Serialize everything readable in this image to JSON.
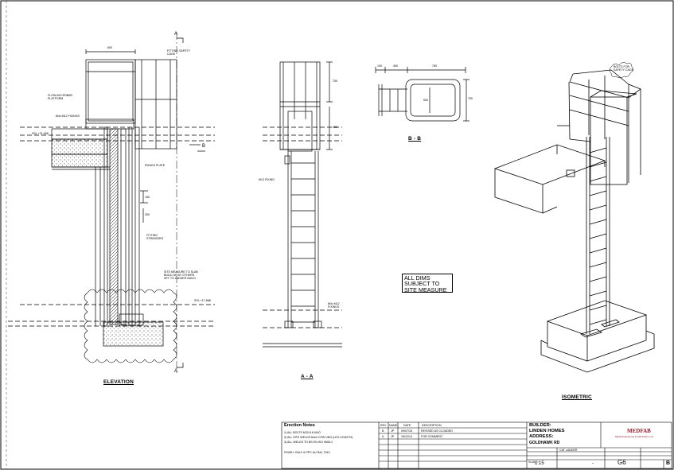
{
  "views": {
    "elevation": {
      "title": "ELEVATION",
      "section_marker_top": "A",
      "section_marker_bottom": "A",
      "section_b": "B"
    },
    "section_aa": {
      "title": "A - A"
    },
    "section_bb": {
      "title": "B - B"
    },
    "isometric": {
      "title": "ISOMETRIC"
    }
  },
  "dimensions": {
    "top_width": "600",
    "bb_width": "760",
    "bb_left": "450",
    "bb_left2": "100",
    "bb_right": "700",
    "bb_inner": "500",
    "aa_h1": "750",
    "aa_h2": "550",
    "elev_v1": "150",
    "elev_v2": "250"
  },
  "levels": {
    "upper": "SSL +21.098",
    "lower": "SSL +17.888"
  },
  "callouts": {
    "cage": "FITTING SAFETY CAGE",
    "platform": "FLOW 6/8 GRIBAR PLATFORM",
    "fixings_top": "6No M12 FIXINGS",
    "rungs": "RUNGS PLATE",
    "stringers": "FITTING STRINGERS",
    "site_measure": "SITE MEASURE TO SLAB BUILD UP BY OTHERS SET TO LADDER BUILD",
    "aa_fixing": "M12 FIXING",
    "aa_fixings_bottom": "6No M12 FIXINGS",
    "iso_cage": "BOLTS FOR SAFETY CAGE"
  },
  "site_note": {
    "line1": "ALL DIMS",
    "line2": "SUBJECT TO",
    "line3": "SITE MEASURE"
  },
  "title_block": {
    "erection_heading": "Erection Notes",
    "notes": [
      "1) ALL BOLTS M20 8.8 UNO",
      "2) ALL SITE WELDS 6mm CFW UNO (LEG LENGTH)",
      "3) ALL WELDS TO BS EN ISO 9606-1"
    ],
    "finish": "FINISH: GALV & PPC AU RAL 7043",
    "rev_headers": [
      "REV",
      "NAME",
      "DATE",
      "DESCRIPTION"
    ],
    "revisions": [
      {
        "rev": "B",
        "name": "JP",
        "date": "09/07/15",
        "desc": "REVISED AS CLOUDED"
      },
      {
        "rev": "A",
        "name": "JP",
        "date": "15/12/14",
        "desc": "FOR COMMENT"
      }
    ],
    "builder_label": "BUILDER:",
    "builder": "LINDEN HOMES",
    "address_label": "ADDRESS:",
    "address": "GOLDHAWK RD",
    "company": "MEDFAB",
    "company_sub": "Metal Engineering & Fabrication Ltd",
    "drawing_title": "CAT LADDER",
    "scale_label": "SCALE",
    "scale": "1:15",
    "dash": "-",
    "drawing_no": "G6",
    "revision": "B"
  },
  "colors": {
    "line": "#000000",
    "company": "#8b1a2b"
  }
}
